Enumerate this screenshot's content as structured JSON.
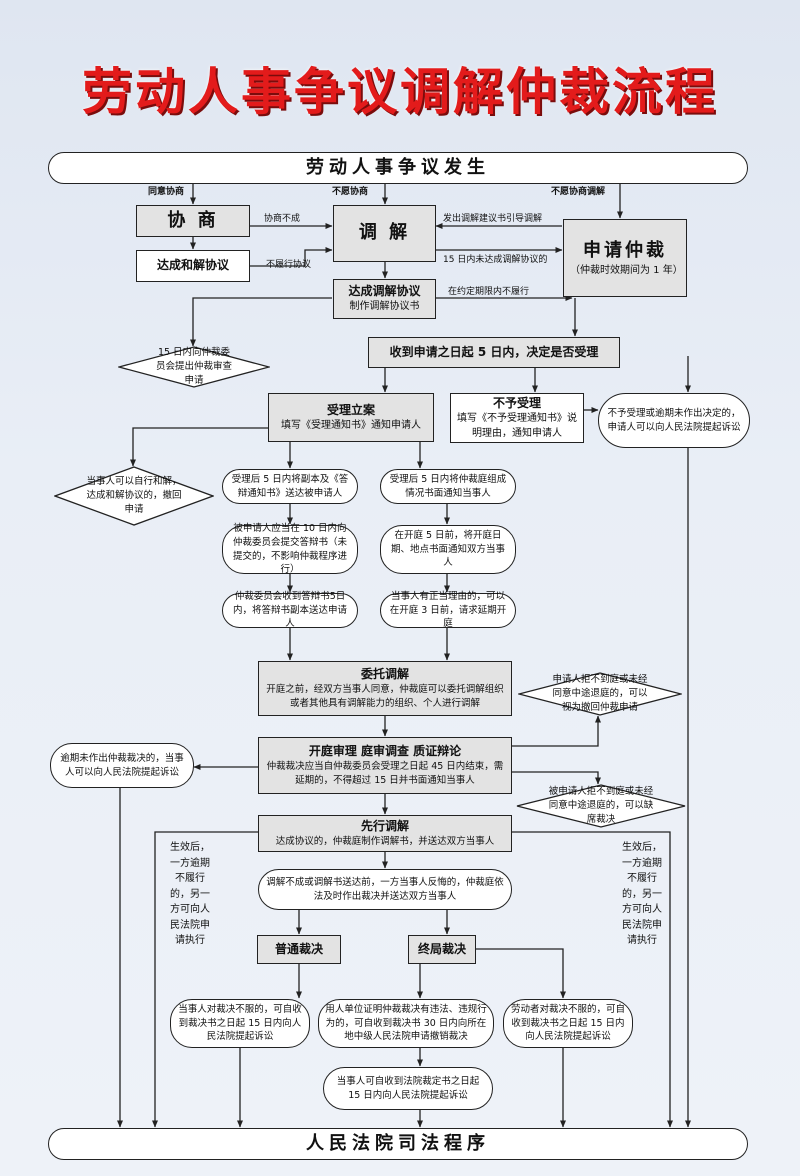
{
  "title": "劳动人事争议调解仲裁流程",
  "nodes": {
    "occur": "劳动人事争议发生",
    "negotiate": "协  商",
    "reconcile_reach": "达成和解协议",
    "mediate": "调  解",
    "mediate_agree_title": "达成调解协议",
    "mediate_agree_sub": "制作调解协议书",
    "apply_title": "申请仲裁",
    "apply_sub": "（仲裁时效期间为 1 年）",
    "decide": "收到申请之日起 5 日内，决定是否受理",
    "accept_title": "受理立案",
    "accept_sub": "填写《受理通知书》通知申请人",
    "reject_title": "不予受理",
    "reject_sub": "填写《不予受理通知书》说明理由，通知申请人",
    "left1": "受理后 5 日内将副本及《答辩通知书》送达被申请人",
    "left2": "被申请人应当在 10 日内向仲裁委员会提交答辩书（未提交的，不影响仲裁程序进行）",
    "left3": "仲裁委员会收到答辩书5日内，将答辩书副本送达申请人",
    "right1": "受理后 5 日内将仲裁庭组成情况书面通知当事人",
    "right2": "在开庭 5 日前，将开庭日期、地点书面通知双方当事人",
    "right3": "当事人有正当理由的，可以在开庭 3 日前，请求延期开庭",
    "entrust_title": "委托调解",
    "entrust_sub": "开庭之前，经双方当事人同意，仲裁庭可以委托调解组织或者其他具有调解能力的组织、个人进行调解",
    "hearing_title": "开庭审理  庭审调查  质证辩论",
    "hearing_sub": "仲裁裁决应当自仲裁委员会受理之日起 45 日内结束，需延期的，不得超过 15 日并书面通知当事人",
    "overdue": "逾期未作出仲裁裁决的，当事人可以向人民法院提起诉讼",
    "first_title": "先行调解",
    "first_sub": "达成协议的，仲裁庭制作调解书，并送达双方当事人",
    "fail": "调解不成或调解书送达前，一方当事人反悔的，仲裁庭依法及时作出裁决并送达双方当事人",
    "normal": "普通裁决",
    "final": "终局裁决",
    "b1": "当事人对裁决不服的，可自收到裁决书之日起 15 日内向人民法院提起诉讼",
    "b2": "用人单位证明仲裁裁决有违法、违规行为的，可自收到裁决书 30 日内向所在地中级人民法院申请撤销裁决",
    "b3": "劳动者对裁决不服的，可自收到裁决书之日起 15 日内向人民法院提起诉讼",
    "b4": "当事人可自收到法院裁定书之日起 15 日内向人民法院提起诉讼",
    "court": "人民法院司法程序",
    "reject_right": "不予受理或逾期未作出决定的，申请人可以向人民法院提起诉讼"
  },
  "diamonds": {
    "d1": "15 日内向仲裁委员会提出仲裁审查申请",
    "d2": "当事人可以自行和解，达成和解协议的，撤回申请",
    "d3": "申请人拒不到庭或未经同意中途退庭的，可以视为撤回仲裁申请",
    "d4": "被申请人拒不到庭或未经同意中途退庭的，可以缺席裁决"
  },
  "labels": {
    "agree_negotiate": "同意协商",
    "no_negotiate": "不愿协商",
    "no_mediate": "不愿协商调解",
    "negotiate_fail": "协商不成",
    "not_perform": "不履行协议",
    "issue_mediation": "发出调解建议书引导调解",
    "no_agreement_15": "15 日内未达成调解协议的",
    "not_perform_period": "在约定期限内不履行"
  },
  "side_text": {
    "left": "生效后，一方逾期不履行的，另一方可向人民法院申请执行",
    "right": "生效后，一方逾期不履行的，另一方可向人民法院申请执行"
  },
  "colors": {
    "title": "#e31b1b",
    "line": "#222222",
    "box_gray": "#e3e3e3"
  }
}
